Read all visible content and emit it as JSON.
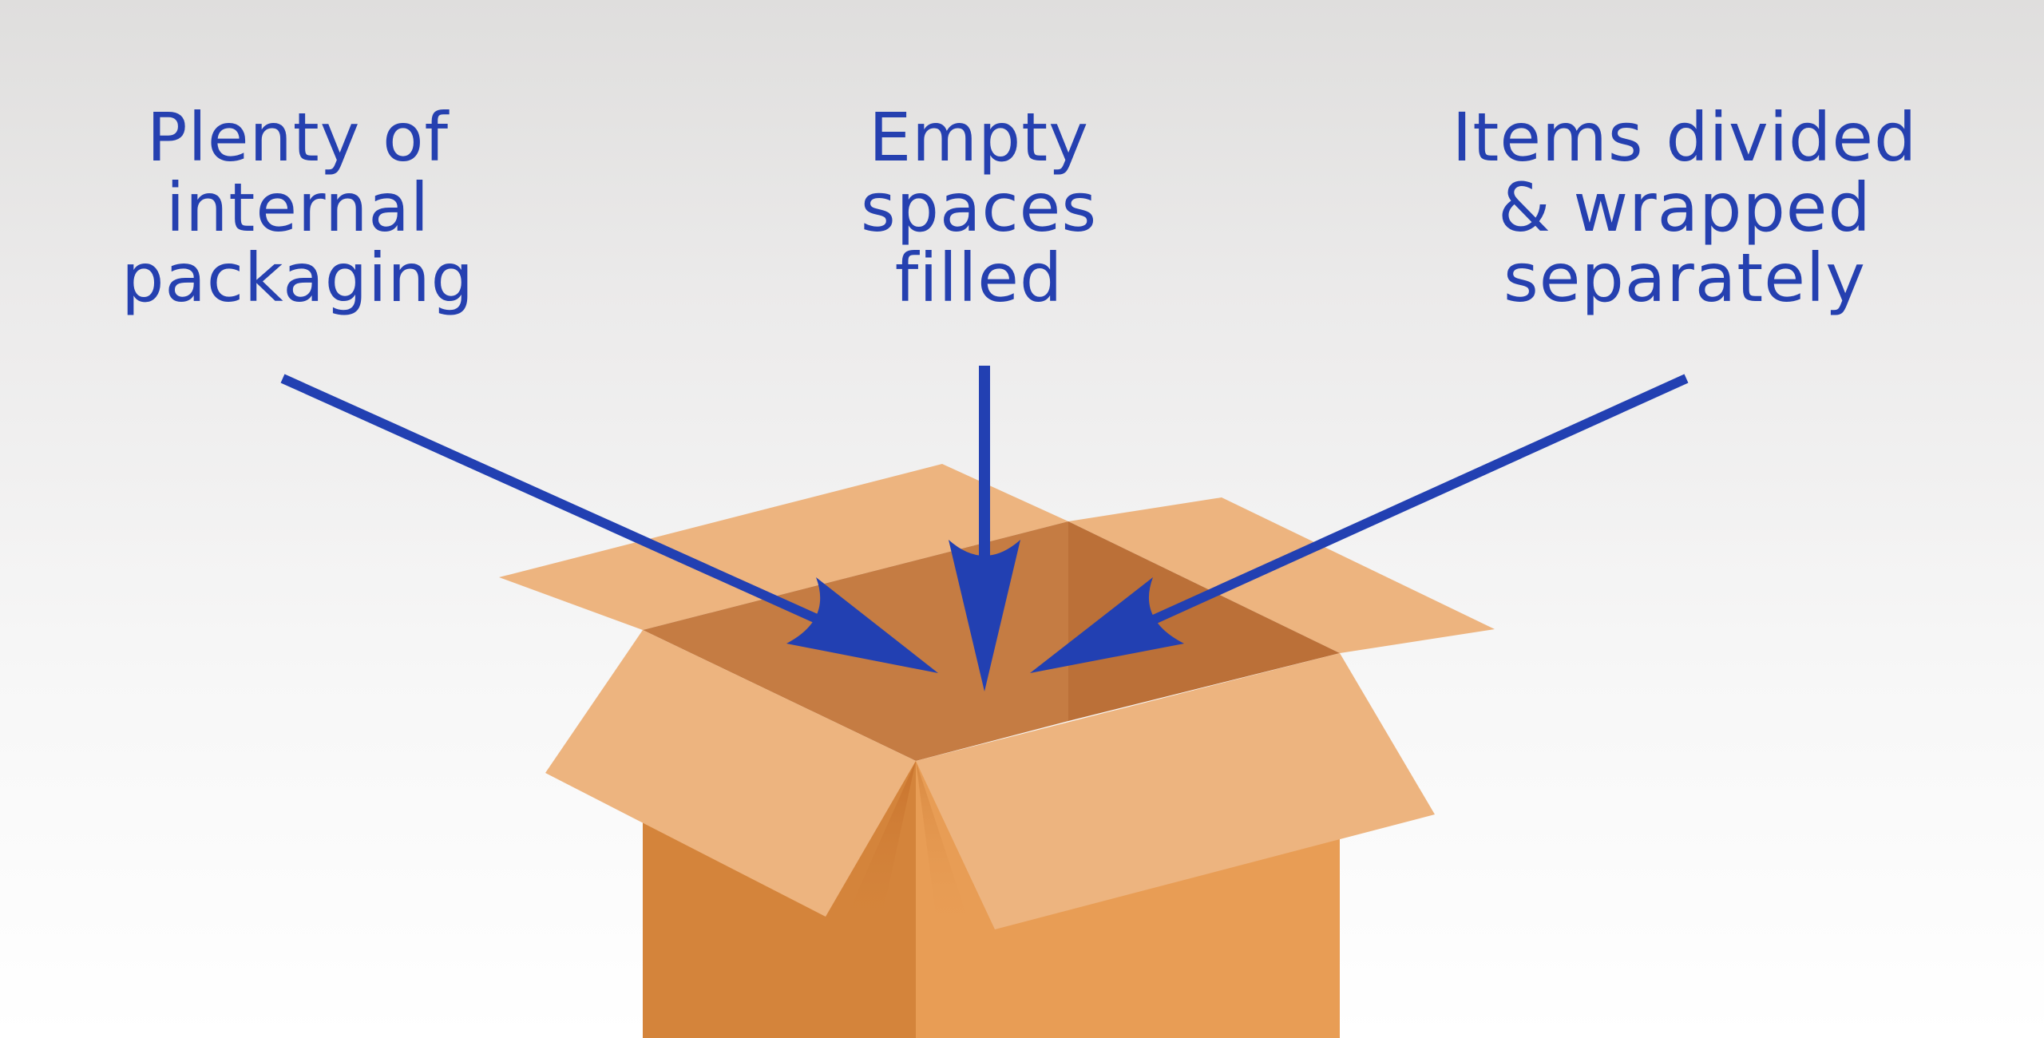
{
  "labels": {
    "left": {
      "lines": [
        "Plenty of",
        "internal",
        "packaging"
      ]
    },
    "middle": {
      "lines": [
        "Empty",
        "spaces",
        "filled"
      ]
    },
    "right": {
      "lines": [
        "Items divided",
        "& wrapped",
        "separately"
      ]
    }
  },
  "colors": {
    "text": "#2540b0",
    "arrow": "#2240b2",
    "box_front_left": "#d4843b",
    "box_front_right": "#e89d55",
    "box_flap": "#edb47f",
    "box_inside_back": "#c57c43",
    "box_inside_right": "#bb7038"
  },
  "icons": {
    "box": "open-cardboard-box-illustration",
    "arrows": "pointer-arrow"
  }
}
